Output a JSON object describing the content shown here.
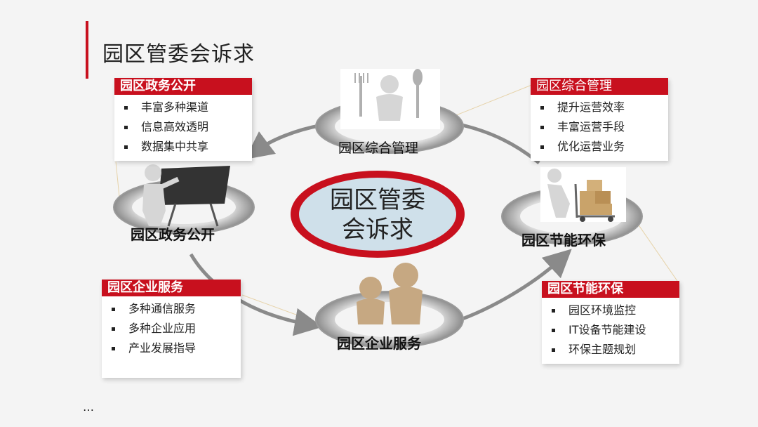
{
  "title": "园区管委会诉求",
  "center": {
    "line1": "园区管委",
    "line2": "会诉求"
  },
  "nodes": {
    "top": "园区综合管理",
    "left": "园区政务公开",
    "right": "园区节能环保",
    "bottom": "园区企业服务"
  },
  "boxes": {
    "top_left": {
      "heading": "园区政务公开",
      "items": [
        "丰富多种渠道",
        "信息高效透明",
        "数据集中共享"
      ]
    },
    "top_right": {
      "heading": "园区综合管理",
      "items": [
        "提升运营效率",
        "丰富运营手段",
        "优化运营业务"
      ]
    },
    "bottom_left": {
      "heading": "园区企业服务",
      "items": [
        "多种通信服务",
        "多种企业应用",
        "产业发展指导"
      ]
    },
    "bottom_right": {
      "heading": "园区节能环保",
      "items": [
        "园区环境监控",
        "IT设备节能建设",
        "环保主题规划"
      ]
    }
  },
  "footer": {
    "ellipsis": "…"
  },
  "colors": {
    "accent": "#c8101e",
    "center_fill": "#cfe0ea",
    "ring": "#9a9a9a",
    "figure": "#dadada"
  }
}
